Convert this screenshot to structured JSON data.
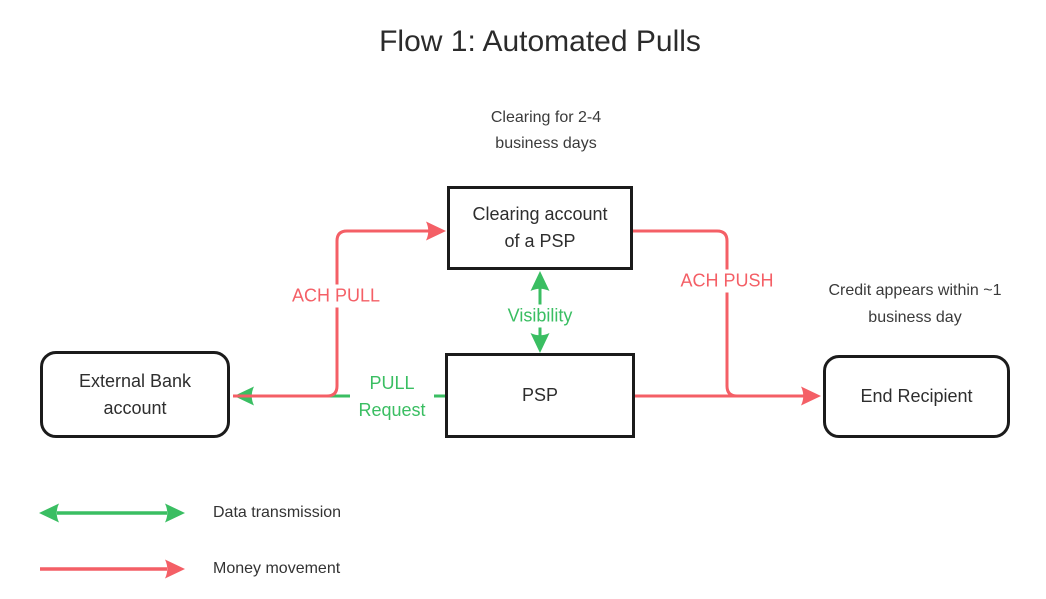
{
  "diagram": {
    "title": "Flow 1: Automated Pulls",
    "nodes": {
      "clearing": {
        "label": "Clearing account of a PSP"
      },
      "psp": {
        "label": "PSP"
      },
      "external_bank": {
        "label": "External Bank account"
      },
      "end_recipient": {
        "label": "End Recipient"
      }
    },
    "edges": {
      "ach_pull": {
        "label": "ACH PULL"
      },
      "ach_push": {
        "label": "ACH PUSH"
      },
      "pull_request": {
        "label": "PULL Request"
      },
      "visibility": {
        "label": "Visibility"
      }
    },
    "notes": {
      "clearing_note": "Clearing for 2-4 business days",
      "credit_note": "Credit appears within ~1 business day"
    },
    "legend": [
      {
        "label": "Data transmission"
      },
      {
        "label": "Money movement"
      }
    ]
  },
  "colors": {
    "data_transmission_green": "#3abe62",
    "money_movement_red": "#f45f66"
  }
}
